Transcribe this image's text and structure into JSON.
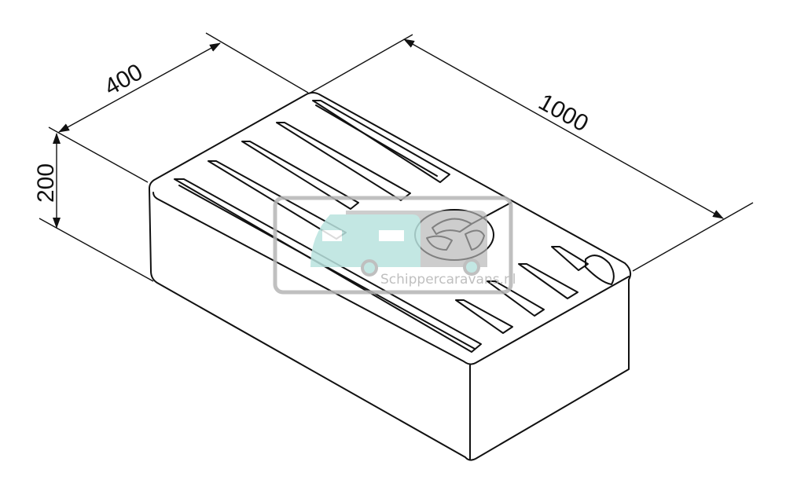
{
  "dimensions": {
    "width": "400",
    "length": "1000",
    "height": "200"
  },
  "watermark": {
    "text": "Schippercaravans.nl",
    "colors": {
      "frame": "#b5b5b5",
      "caravan": "#b9e3df",
      "car": "#b5b5b5"
    }
  },
  "colors": {
    "line": "#111111",
    "background": "#ffffff"
  }
}
